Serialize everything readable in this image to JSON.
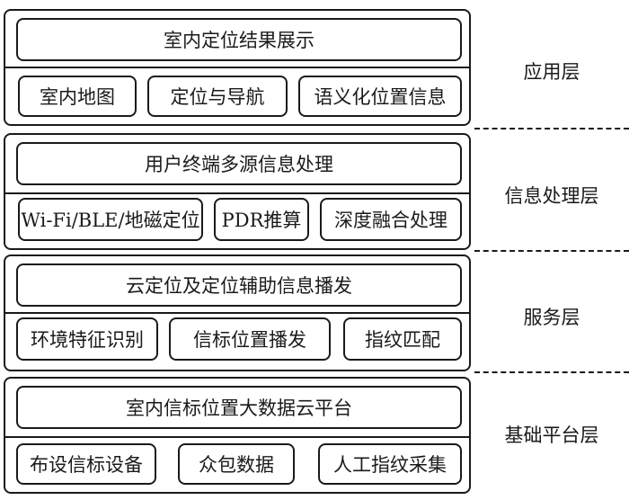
{
  "layers": [
    {
      "name": "应用层",
      "header": "室内定位结果展示",
      "items": [
        "室内地图",
        "定位与导航",
        "语义化位置信息"
      ]
    },
    {
      "name": "信息处理层",
      "header": "用户终端多源信息处理",
      "items": [
        "Wi-Fi/BLE/地磁定位",
        "PDR推算",
        "深度融合处理"
      ]
    },
    {
      "name": "服务层",
      "header": "云定位及定位辅助信息播发",
      "items": [
        "环境特征识别",
        "信标位置播发",
        "指纹匹配"
      ]
    },
    {
      "name": "基础平台层",
      "header": "室内信标位置大数据云平台",
      "items": [
        "布设信标设备",
        "众包数据",
        "人工指纹采集"
      ]
    }
  ]
}
